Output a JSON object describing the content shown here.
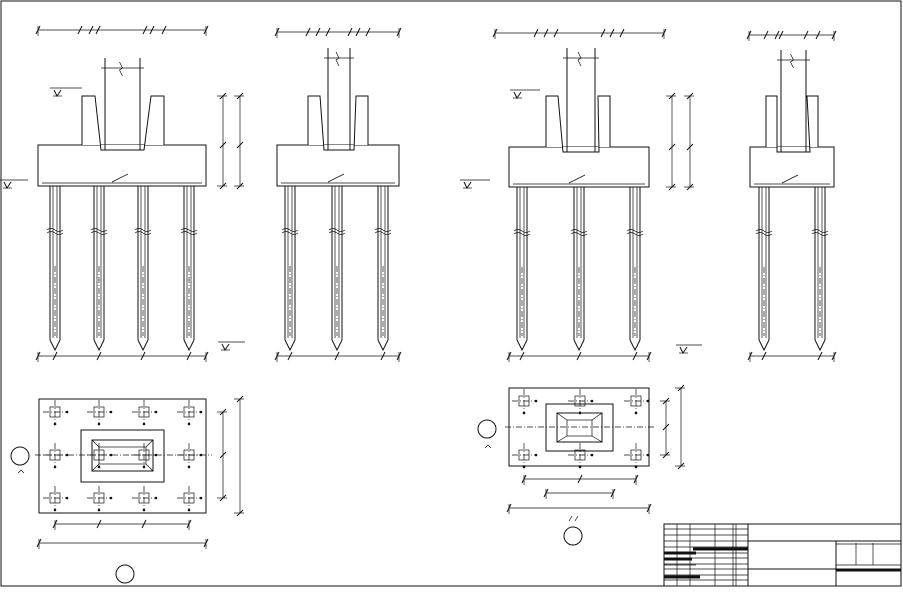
{
  "drawing": {
    "type": "pile-cap-foundation-detail",
    "colors": {
      "line": "#111111",
      "background": "#ffffff"
    },
    "views": [
      {
        "name": "elevation-4-pile-cap",
        "piles": 4
      },
      {
        "name": "elevation-3-pile-cap-side",
        "piles": 3
      },
      {
        "name": "elevation-3-pile-cap",
        "piles": 3
      },
      {
        "name": "elevation-2-pile-cap-side",
        "piles": 2
      },
      {
        "name": "plan-12-pile-cap",
        "piles": 12
      },
      {
        "name": "plan-6-pile-cap",
        "piles": 6
      }
    ],
    "symbols": [
      "section-marker-circle",
      "elevation-level-marker",
      "pile-break-mark"
    ]
  }
}
